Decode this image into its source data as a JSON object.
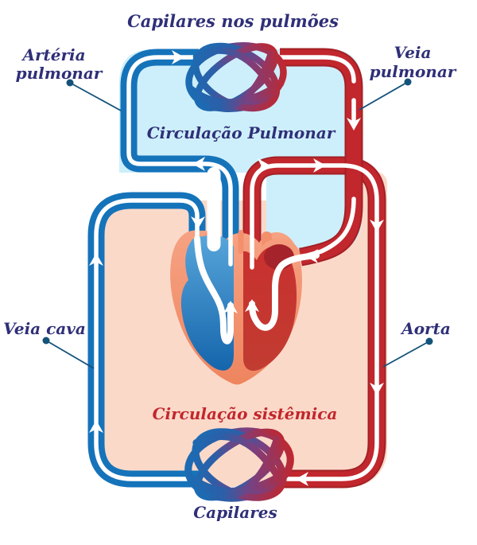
{
  "diagram": {
    "type": "human-circulatory-system-schematic",
    "language": "pt-BR",
    "labels": {
      "capillaries_lungs": "Capilares nos pulmões",
      "pulmonary_artery_l1": "Artéria",
      "pulmonary_artery_l2": "pulmonar",
      "pulmonary_vein_l1": "Veia",
      "pulmonary_vein_l2": "pulmonar",
      "pulmonary_circulation": "Circulação Pulmonar",
      "vena_cava": "Veia cava",
      "aorta": "Aorta",
      "systemic_circulation": "Circulação sistêmica",
      "capillaries_body": "Capilares"
    },
    "colors": {
      "artery_blue": "#1573ba",
      "vein_red": "#c1272d",
      "vein_red_dark": "#a32025",
      "bg_pulmonary": "#cdeffb",
      "bg_systemic": "#fbd9c9",
      "heart_salmon": "#f2906c",
      "heart_blue_chamber": "#1d6fb5",
      "heart_red_chamber": "#c23b33",
      "text_navy": "#2f2f78",
      "text_red": "#c2262c",
      "pointer_line": "#14527a",
      "flow_marker_white": "#ffffff"
    },
    "icons": {
      "capillary_tangle": "ball-of-vessels",
      "flow_arrow": "white-triangle-arrow",
      "pointer_dot": "filled-circle"
    }
  }
}
